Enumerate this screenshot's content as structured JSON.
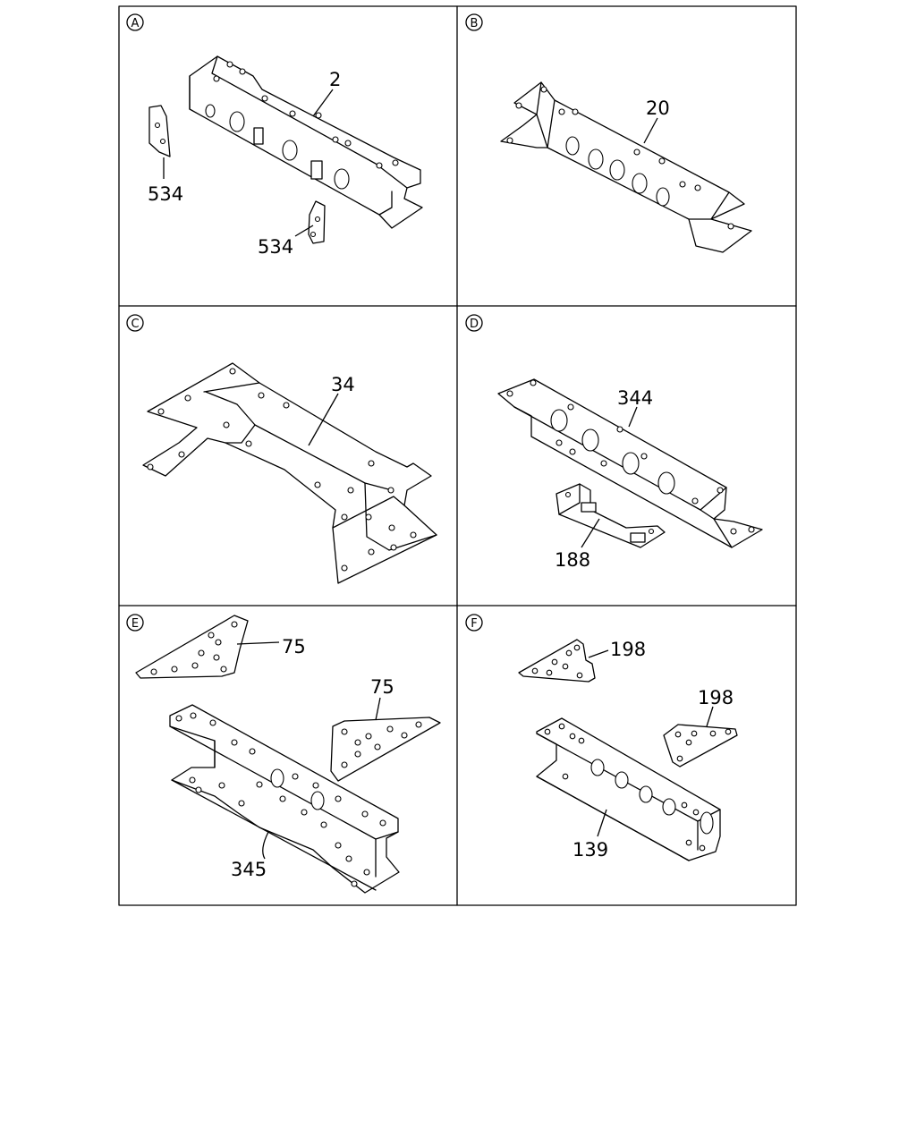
{
  "panels": [
    {
      "id": "A",
      "letter": "A",
      "callouts": [
        {
          "text": "2"
        },
        {
          "text": "534"
        },
        {
          "text": "534"
        }
      ]
    },
    {
      "id": "B",
      "letter": "B",
      "callouts": [
        {
          "text": "20"
        }
      ]
    },
    {
      "id": "C",
      "letter": "C",
      "callouts": [
        {
          "text": "34"
        }
      ]
    },
    {
      "id": "D",
      "letter": "D",
      "callouts": [
        {
          "text": "344"
        },
        {
          "text": "188"
        }
      ]
    },
    {
      "id": "E",
      "letter": "E",
      "callouts": [
        {
          "text": "75"
        },
        {
          "text": "75"
        },
        {
          "text": "345"
        }
      ]
    },
    {
      "id": "F",
      "letter": "F",
      "callouts": [
        {
          "text": "198"
        },
        {
          "text": "198"
        },
        {
          "text": "139"
        }
      ]
    }
  ]
}
